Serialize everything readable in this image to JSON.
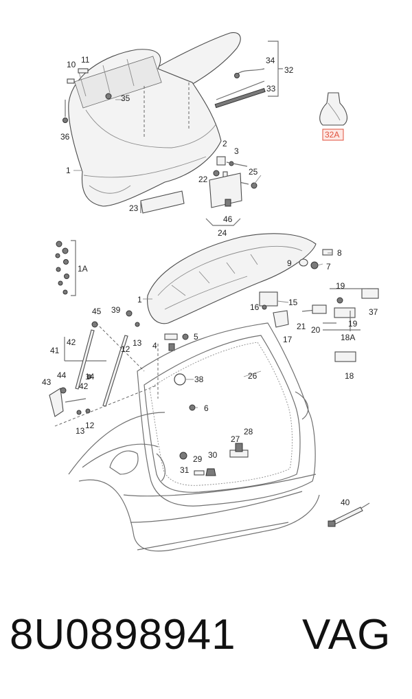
{
  "colors": {
    "highlight": "#e0503c",
    "line": "#6f6f6f",
    "text": "#222222"
  },
  "labels": {
    "l1a": "1",
    "l1b": "1",
    "l1A": "1A",
    "l2": "2",
    "l3": "3",
    "l4": "4",
    "l5": "5",
    "l6": "6",
    "l7": "7",
    "l8": "8",
    "l9": "9",
    "l10": "10",
    "l11": "11",
    "l12a": "12",
    "l12b": "12",
    "l13a": "13",
    "l13b": "13",
    "l14": "14",
    "l15": "15",
    "l16": "16",
    "l17": "17",
    "l18": "18",
    "l18A": "18A",
    "l19a": "19",
    "l19b": "19",
    "l20": "20",
    "l21": "21",
    "l22": "22",
    "l23": "23",
    "l24": "24",
    "l25": "25",
    "l26": "26",
    "l27": "27",
    "l28": "28",
    "l29": "29",
    "l30": "30",
    "l31": "31",
    "l32": "32",
    "l32A": "32A",
    "l33": "33",
    "l34": "34",
    "l35": "35",
    "l36": "36",
    "l37": "37",
    "l38": "38",
    "l39": "39",
    "l40": "40",
    "l41": "41",
    "l42a": "42",
    "l42b": "42",
    "l43": "43",
    "l44": "44",
    "l45": "45",
    "l46": "46"
  },
  "footer": {
    "part_number": "8U0898941",
    "brand": "VAG"
  }
}
